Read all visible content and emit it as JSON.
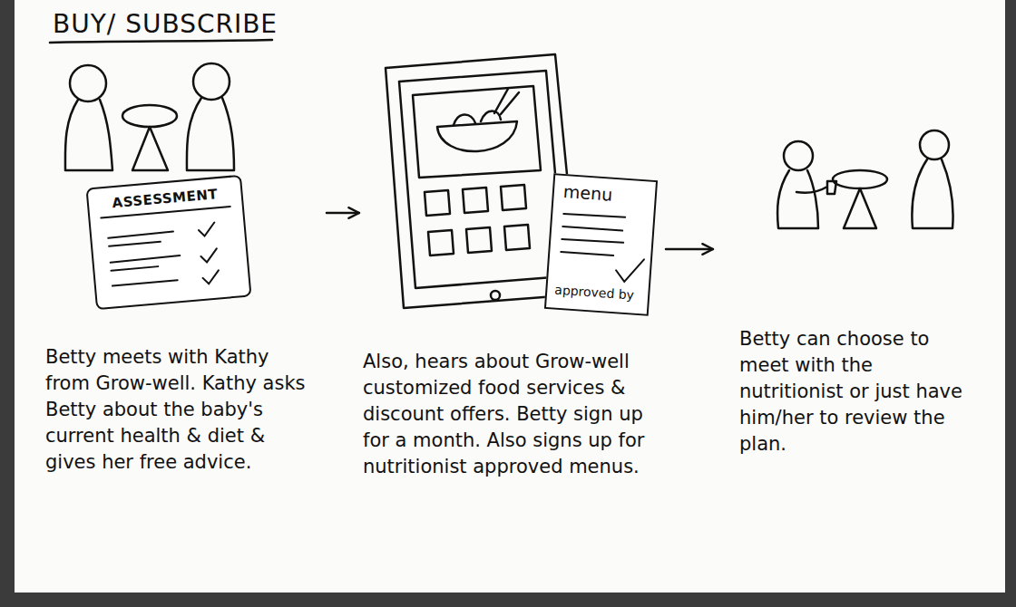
{
  "diagram": {
    "title": "BUY/ SUBSCRIBE",
    "nodes": [
      {
        "text": [
          "Betty meets with Kathy from Grow-well. Kathy asks Betty about the baby's current health & diet & gives her free advice."
        ]
      },
      {
        "text": [
          "ASSESSMENT"
        ],
        "in": 0
      },
      {
        "text": [
          "Also, hears about Grow-well customized food services & discount offers. Betty sign up for a month. Also signs up for nutritionist approved menus."
        ]
      },
      {
        "text": [
          "menu",
          "approved by"
        ],
        "in": 2
      },
      {
        "text": [
          "Betty can choose to meet with the nutritionist or just have him/her to review the plan."
        ]
      }
    ],
    "edges": [
      {
        "from": 0,
        "to": 2,
        "arrow": "to"
      },
      {
        "from": 2,
        "to": 4,
        "arrow": "to"
      }
    ]
  }
}
